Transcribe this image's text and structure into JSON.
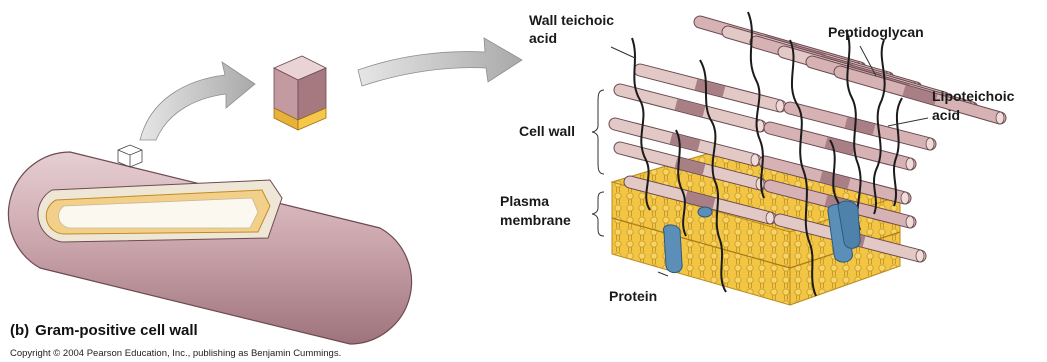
{
  "labels": {
    "wall_teichoic_acid": [
      "Wall teichoic",
      "acid"
    ],
    "peptidoglycan": "Peptidoglycan",
    "lipoteichoic_acid": [
      "Lipoteichoic",
      "acid"
    ],
    "cell_wall": "Cell wall",
    "plasma_membrane": [
      "Plasma",
      "membrane"
    ],
    "protein": "Protein"
  },
  "caption": {
    "panel": "(b)",
    "title": "Gram-positive cell wall"
  },
  "copyright": "Copyright © 2004 Pearson Education, Inc., publishing as Benjamin Cummings.",
  "colors": {
    "cell_body": "#c9a3aa",
    "cell_shadow": "#a77c86",
    "rod_light": "#e3c9c6",
    "rod_dark": "#a97f86",
    "membrane": "#f2c24a",
    "protein": "#5b8fb8",
    "arrow": "#b9b9b9"
  }
}
